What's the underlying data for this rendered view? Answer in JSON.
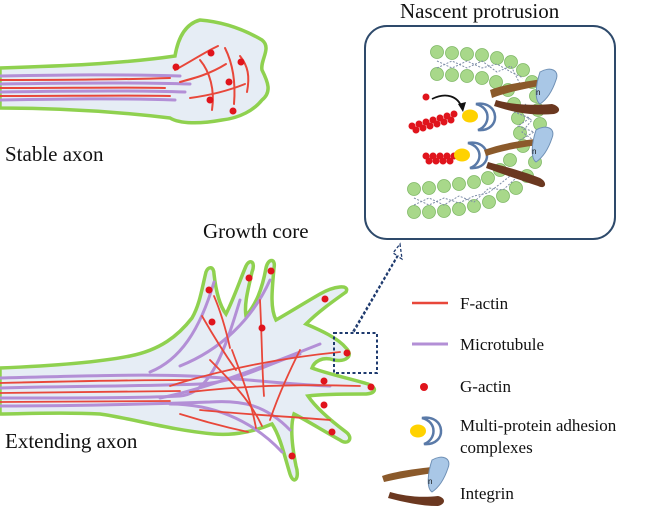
{
  "labels": {
    "stable_axon": "Stable axon",
    "growth_core": "Growth core",
    "extending_axon": "Extending axon",
    "nascent_protrusion": "Nascent protrusion"
  },
  "legend": {
    "f_actin": "F-actin",
    "microtubule": "Microtubule",
    "g_actin": "G-actin",
    "adhesion_line1": "Multi-protein adhesion",
    "adhesion_line2": "complexes",
    "integrin": "Integrin"
  },
  "colors": {
    "membrane": "#8fd14f",
    "cytoplasm": "#e6edf5",
    "f_actin": "#e8473a",
    "microtubule": "#b38fd6",
    "g_actin": "#e0141c",
    "adhesion_yellow": "#ffd200",
    "adhesion_shell": "#5a7aa8",
    "integrin_body": "#8b5a2b",
    "integrin_head": "#a9c7e6",
    "spectrin": "#7f8ea8",
    "lipid_green": "#a8d88a",
    "inset_border": "#2e4a6b"
  }
}
